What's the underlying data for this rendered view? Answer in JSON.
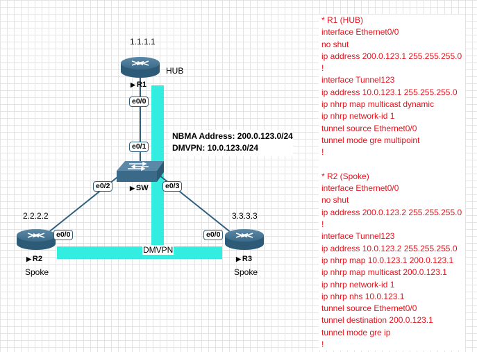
{
  "colors": {
    "tunnel": "#33eee0",
    "link": "#2c5e7e",
    "config_text": "#e8101a",
    "router": "#3a6a88"
  },
  "devices": {
    "r1": {
      "ip": "1.1.1.1",
      "name": "R1",
      "role": "HUB",
      "icon": "router-icon"
    },
    "r2": {
      "ip": "2.2.2.2",
      "name": "R2",
      "role": "Spoke",
      "icon": "router-icon"
    },
    "r3": {
      "ip": "3.3.3.3",
      "name": "R3",
      "role": "Spoke",
      "icon": "router-icon"
    },
    "sw": {
      "name": "SW",
      "icon": "switch-icon"
    }
  },
  "interfaces": {
    "r1_e00": "e0/0",
    "sw_e01": "e0/1",
    "sw_e02": "e0/2",
    "sw_e03": "e0/3",
    "r2_e00": "e0/0",
    "r3_e00": "e0/0"
  },
  "network": {
    "nbma": "NBMA Address: 200.0.123.0/24",
    "dmvpn": "DMVPN: 10.0.123.0/24",
    "tunnel_label": "DMVPN"
  },
  "config_lines": [
    "* R1 (HUB)",
    "interface Ethernet0/0",
    "no shut",
    "ip address 200.0.123.1 255.255.255.0",
    "!",
    "interface Tunnel123",
    "ip address 10.0.123.1 255.255.255.0",
    "ip nhrp map multicast dynamic",
    "ip nhrp network-id 1",
    "tunnel source Ethernet0/0",
    "tunnel mode gre multipoint",
    "!",
    "",
    "* R2 (Spoke)",
    "interface Ethernet0/0",
    "no shut",
    "ip address 200.0.123.2 255.255.255.0",
    "!",
    "interface Tunnel123",
    "ip address 10.0.123.2 255.255.255.0",
    "ip nhrp map 10.0.123.1 200.0.123.1",
    "ip nhrp map multicast 200.0.123.1",
    "ip nhrp network-id 1",
    "ip nhrp nhs 10.0.123.1",
    "tunnel source Ethernet0/0",
    "tunnel destination 200.0.123.1",
    "tunnel mode gre ip",
    "!"
  ]
}
